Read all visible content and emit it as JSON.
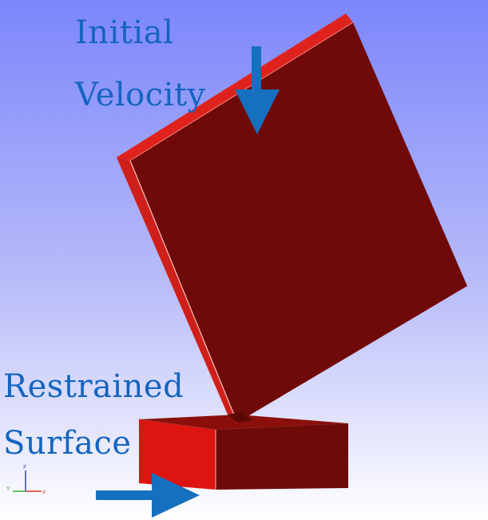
{
  "annotations": {
    "initial_velocity": {
      "line1": "Initial",
      "line2": "Velocity"
    },
    "restrained_surface": {
      "line1": "Restrained",
      "line2": "Surface"
    }
  },
  "axis_triad": {
    "vertical_label": "z",
    "left_label": "Y",
    "right_label": "x"
  },
  "colors": {
    "background_top": "#7c86fb",
    "background_bottom": "#ffffff",
    "plate_face": "#700a08",
    "plate_edge": "#e0221d",
    "block_front": "#de1411",
    "block_side": "#6e0b08",
    "arrow": "#1570c0",
    "label_text": "#1565c0"
  }
}
